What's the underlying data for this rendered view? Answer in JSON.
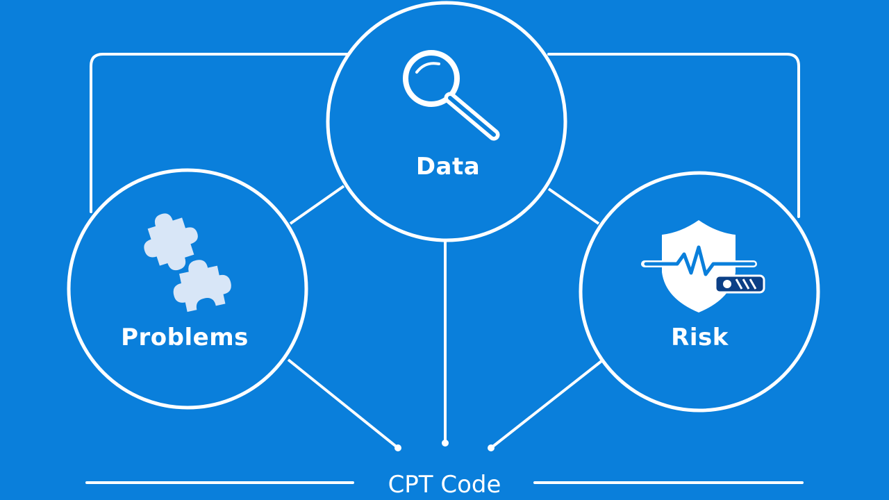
{
  "nodes": {
    "data": {
      "label": "Data",
      "icon": "magnifying-glass-icon"
    },
    "problems": {
      "label": "Problems",
      "icon": "puzzle-pieces-icon"
    },
    "risk": {
      "label": "Risk",
      "icon": "shield-heartbeat-icon"
    }
  },
  "footer": {
    "label": "CPT Code"
  },
  "colors": {
    "background": "#0a7fdb",
    "line": "#ffffff",
    "puzzle": "#d8e6f7",
    "shield": "#ffffff",
    "badge": "#0b3f86"
  }
}
